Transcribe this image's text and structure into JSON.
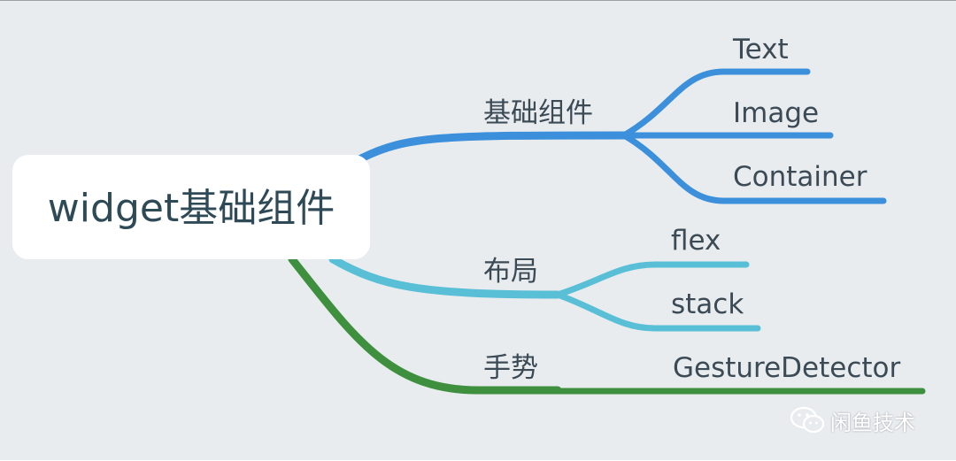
{
  "root": {
    "label": "widget基础组件"
  },
  "branches": [
    {
      "id": "basic",
      "label": "基础组件",
      "color": "#3c8fdb",
      "children": [
        "Text",
        "Image",
        "Container"
      ]
    },
    {
      "id": "layout",
      "label": "布局",
      "color": "#59bfd6",
      "children": [
        "flex",
        "stack"
      ]
    },
    {
      "id": "gesture",
      "label": "手势",
      "color": "#3e8f3e",
      "children": [
        "GestureDetector"
      ]
    }
  ],
  "watermark": {
    "text": "闲鱼技术",
    "icon": "wechat-icon"
  }
}
